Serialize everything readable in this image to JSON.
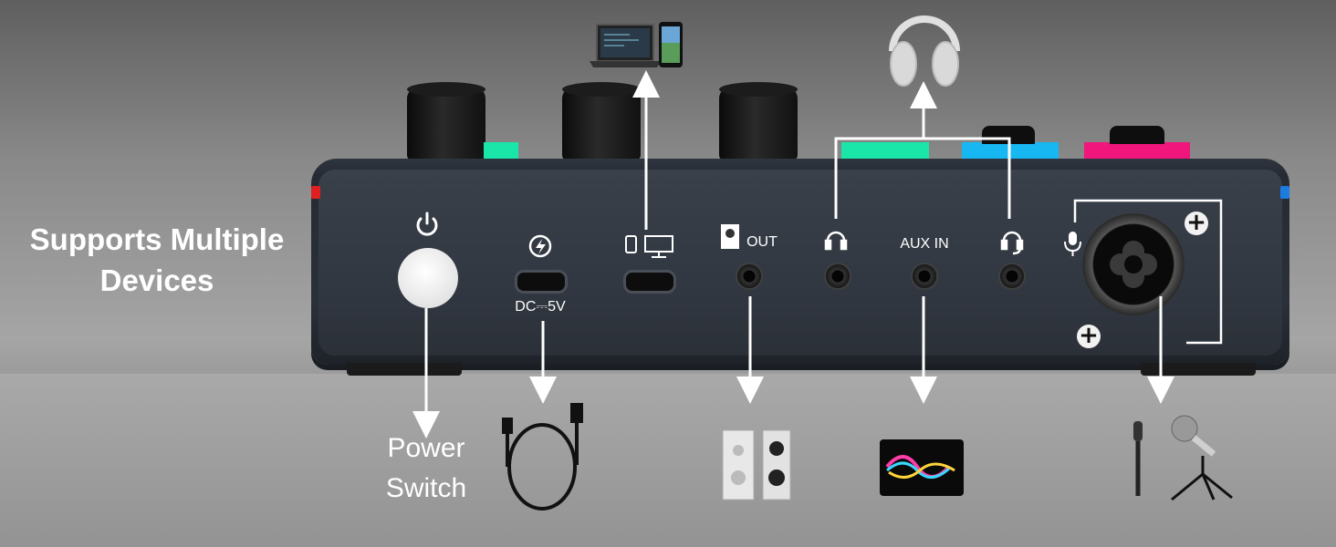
{
  "headline": {
    "line1": "Supports Multiple",
    "line2": "Devices"
  },
  "ports": {
    "power_icon": "power-icon",
    "dc_label": "DC⎓5V",
    "device_icons": "phone-monitor-icon",
    "out_label": "OUT",
    "aux_label": "AUX IN"
  },
  "captions": {
    "power_line1": "Power",
    "power_line2": "Switch"
  },
  "colors": {
    "pad_green": "#19e6a8",
    "pad_cyan": "#17b7f2",
    "pad_pink": "#f0167c",
    "accent_red": "#e02020",
    "accent_blue": "#1c7ce0"
  }
}
